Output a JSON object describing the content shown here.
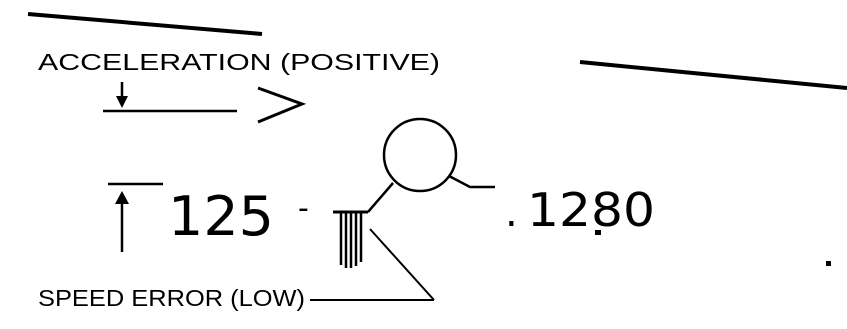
{
  "labels": {
    "acceleration": "ACCELERATION (POSITIVE)",
    "speed_error": "SPEED ERROR (LOW)"
  },
  "readouts": {
    "left": "125",
    "dash": "-",
    "right_dot": ".",
    "right": "1280"
  },
  "colors": {
    "ink": "#000000",
    "paper": "#ffffff"
  }
}
